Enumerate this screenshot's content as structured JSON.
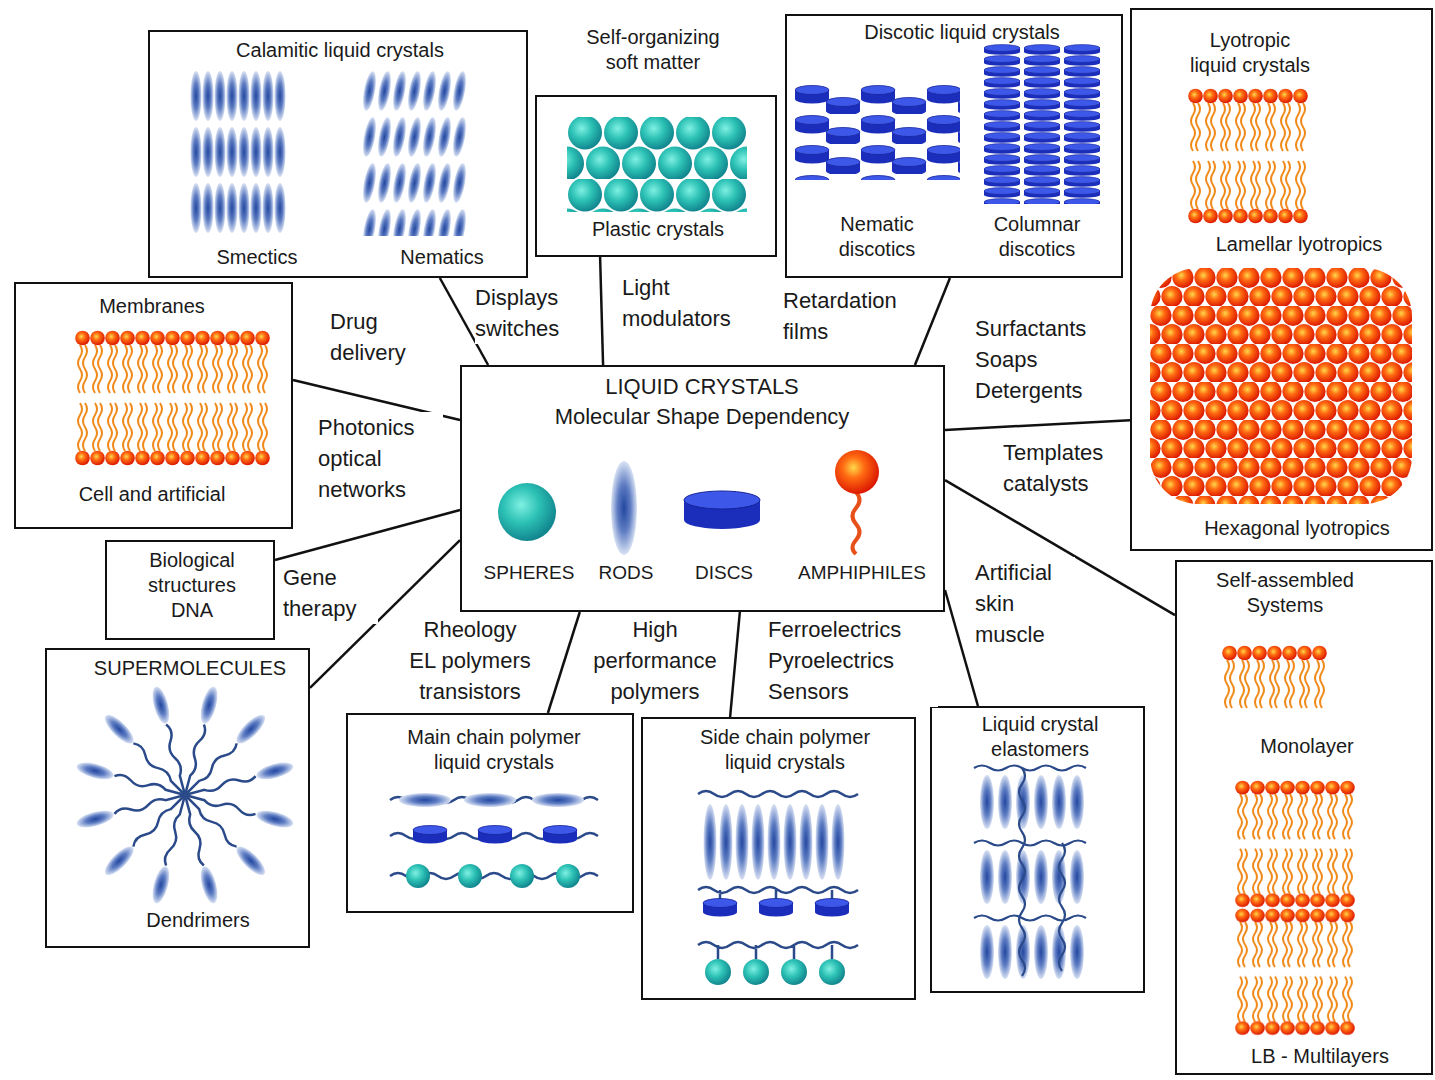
{
  "diagram": {
    "nodes": [
      {
        "text": [
          "Calamitic liquid crystals",
          "Smectics",
          "Nematics"
        ]
      },
      {
        "text": [
          "Self-organizing soft matter",
          "Plastic crystals"
        ]
      },
      {
        "text": [
          "Discotic liquid crystals",
          "Nematic discotics",
          "Columnar discotics"
        ]
      },
      {
        "text": [
          "Lyotropic liquid crystals",
          "Lamellar lyotropics",
          "Hexagonal lyotropics"
        ]
      },
      {
        "text": [
          "Membranes",
          "Cell and artificial"
        ]
      },
      {
        "text": [
          "LIQUID CRYSTALS",
          "Molecular Shape Dependency",
          "SPHERES",
          "RODS",
          "DISCS",
          "AMPHIPHILES"
        ]
      },
      {
        "text": [
          "Biological structures DNA"
        ]
      },
      {
        "text": [
          "Self-assembled Systems",
          "Monolayer",
          "LB - Multilayers"
        ]
      },
      {
        "text": [
          "SUPERMOLECULES",
          "Dendrimers"
        ]
      },
      {
        "text": [
          "Main chain polymer liquid crystals"
        ]
      },
      {
        "text": [
          "Side chain polymer liquid crystals"
        ]
      },
      {
        "text": [
          "Liquid crystal elastomers"
        ]
      }
    ],
    "edges": [
      {
        "from": 5,
        "to": 0,
        "arrow": "none",
        "label": "Displays switches"
      },
      {
        "from": 5,
        "to": 1,
        "arrow": "none",
        "label": "Light modulators"
      },
      {
        "from": 5,
        "to": 2,
        "arrow": "none",
        "label": "Retardation films"
      },
      {
        "from": 5,
        "to": 3,
        "arrow": "none",
        "label": "Surfactants Soaps Detergents"
      },
      {
        "from": 5,
        "to": 4,
        "arrow": "none",
        "label": "Drug delivery"
      },
      {
        "from": 5,
        "to": 6,
        "arrow": "none",
        "label": "Gene therapy"
      },
      {
        "from": 5,
        "to": 8,
        "arrow": "none"
      },
      {
        "from": 5,
        "to": 9,
        "arrow": "none",
        "label": "High performance polymers"
      },
      {
        "from": 5,
        "to": 10,
        "arrow": "none",
        "label": "Ferroelectrics Pyroelectrics Sensors"
      },
      {
        "from": 5,
        "to": 11,
        "arrow": "none",
        "label": "Artificial skin muscle"
      },
      {
        "from": 5,
        "to": 7,
        "arrow": "none"
      }
    ],
    "labels": [
      "Photonics optical networks",
      "Rheology EL polymers transistors",
      "Templates catalysts"
    ]
  }
}
